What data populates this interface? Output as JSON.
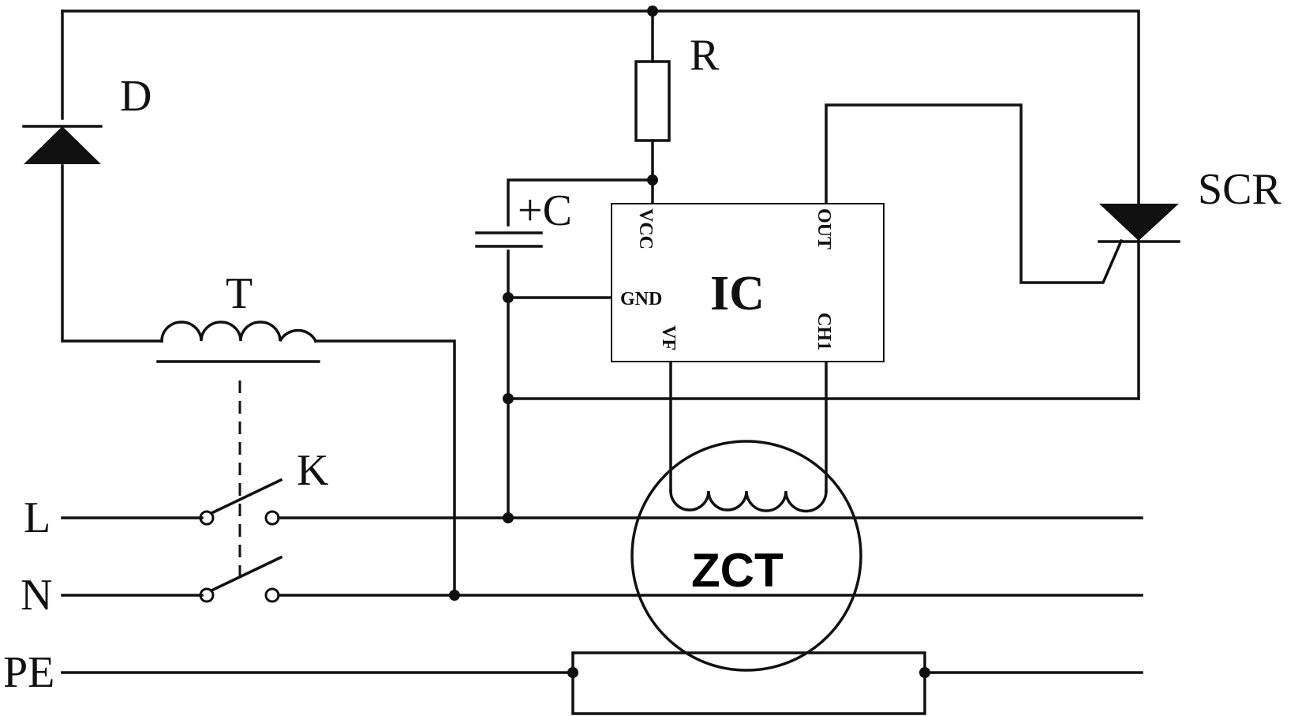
{
  "labels": {
    "diode": "D",
    "resistor": "R",
    "capacitor": "+C",
    "scr": "SCR",
    "transformer": "T",
    "switch": "K",
    "line_l": "L",
    "line_n": "N",
    "line_pe": "PE",
    "ic": "IC",
    "zct": "ZCT"
  },
  "ic_pins": {
    "vcc": "VCC",
    "gnd": "GND",
    "vf": "VF",
    "out": "OUT",
    "ch1": "CH1"
  }
}
